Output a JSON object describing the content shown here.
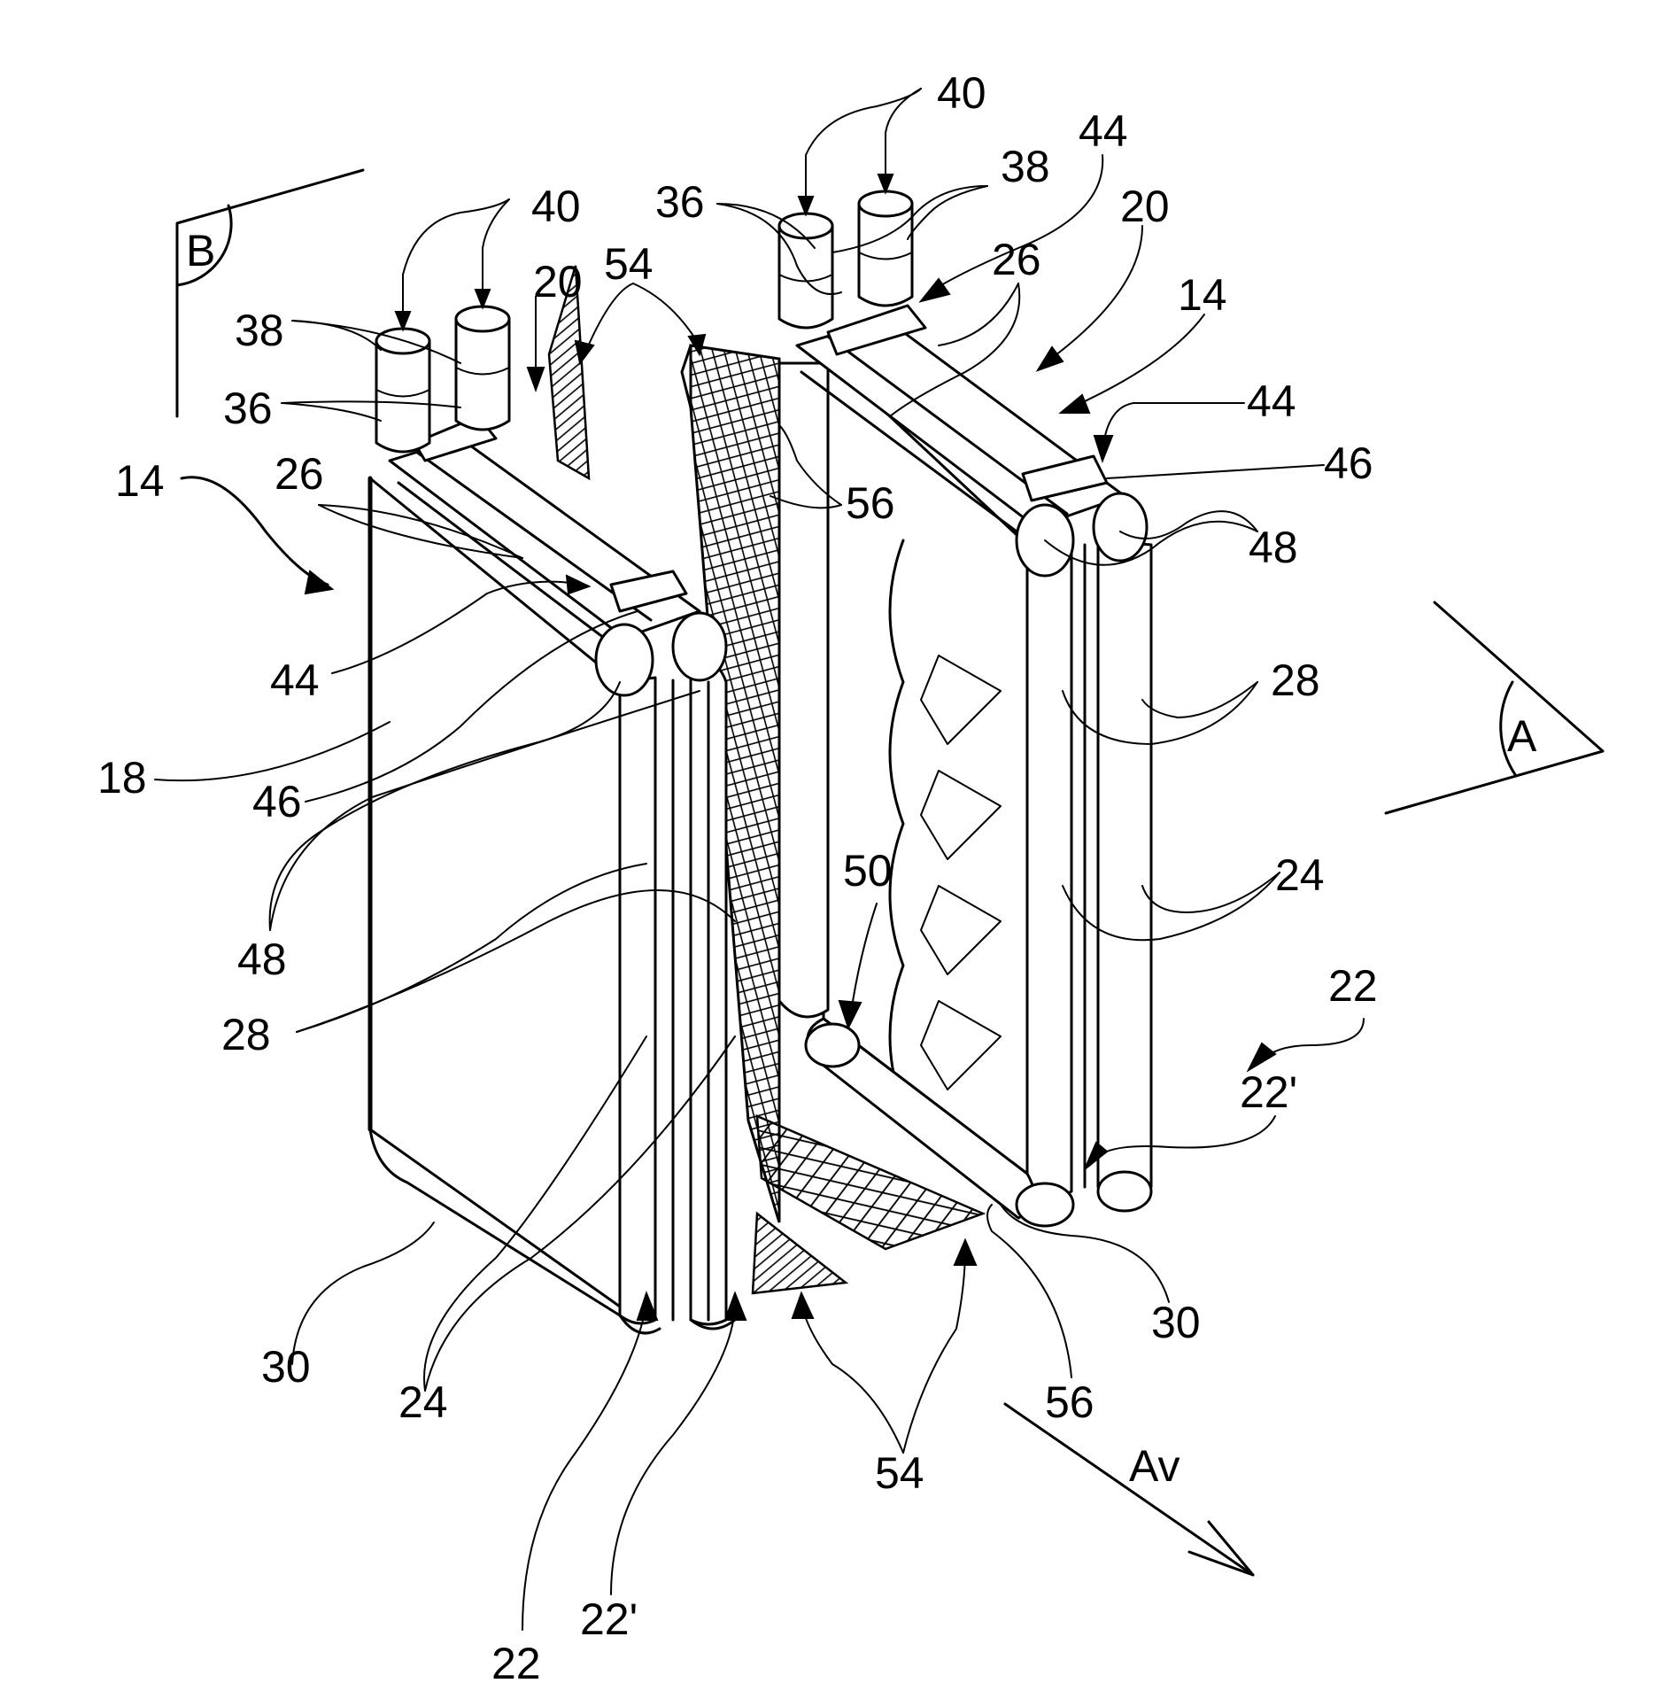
{
  "labels": {
    "l40a": "40",
    "l44a": "44",
    "l38a": "38",
    "l36a": "36",
    "l20a": "20",
    "l26a": "26",
    "l14a": "14",
    "l44b": "44",
    "l46a": "46",
    "l48a": "48",
    "l40b": "40",
    "l38b": "38",
    "l20b": "20",
    "l54a": "54",
    "l36b": "36",
    "l14b": "14",
    "l26b": "26",
    "l56a": "56",
    "l44c": "44",
    "l18": "18",
    "l46b": "46",
    "l48b": "48",
    "l28a": "28",
    "l28b": "28",
    "l24a": "24",
    "l50": "50",
    "l22a": "22",
    "l22pa": "22'",
    "l30a": "30",
    "l24b": "24",
    "l54b": "54",
    "l56b": "56",
    "l30b": "30",
    "l22b": "22",
    "l22pb": "22'",
    "lA": "A",
    "lB": "B",
    "lAv": "Av"
  }
}
